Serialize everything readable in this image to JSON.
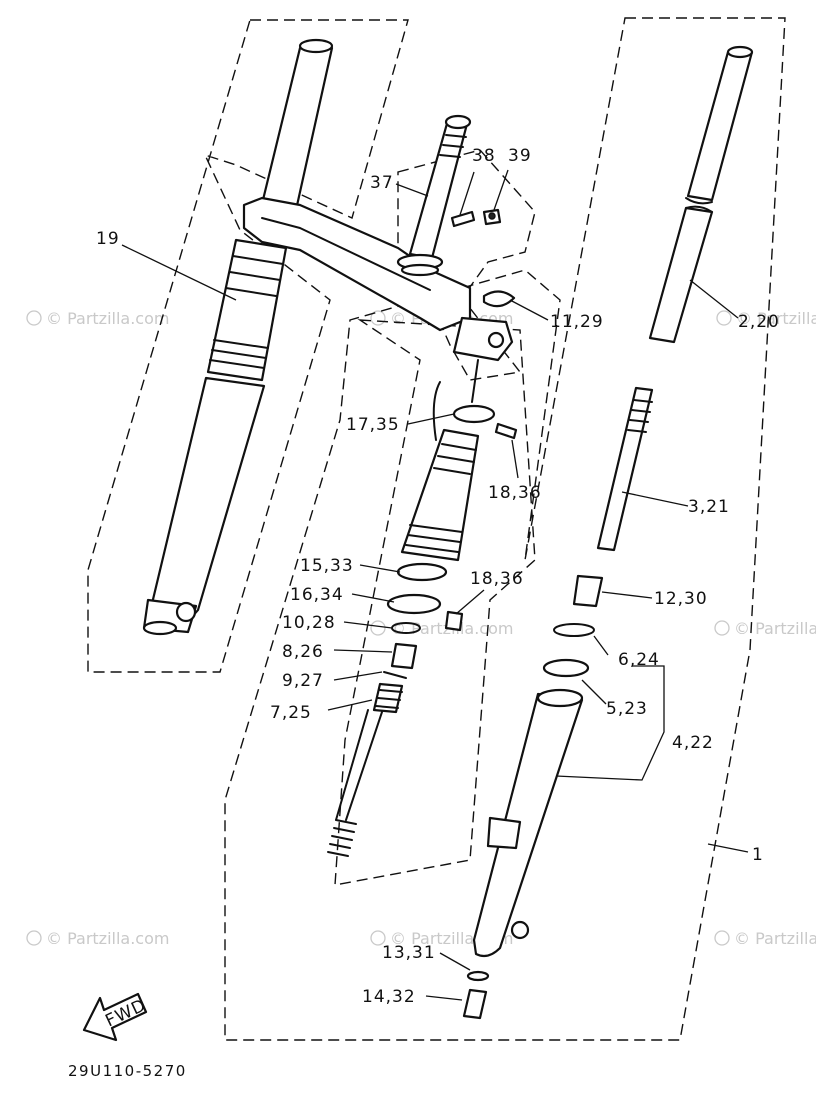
{
  "diagram": {
    "code": "29U110-5270",
    "fwd_label": "FWD",
    "watermark": "© Partzilla.com",
    "callouts": [
      {
        "id": "c19",
        "text": "19"
      },
      {
        "id": "c37",
        "text": "37"
      },
      {
        "id": "c38",
        "text": "38"
      },
      {
        "id": "c39",
        "text": "39"
      },
      {
        "id": "c11_29",
        "text": "11,29"
      },
      {
        "id": "c2_20",
        "text": "2,20"
      },
      {
        "id": "c17_35",
        "text": "17,35"
      },
      {
        "id": "c18_36a",
        "text": "18,36"
      },
      {
        "id": "c3_21",
        "text": "3,21"
      },
      {
        "id": "c15_33",
        "text": "15,33"
      },
      {
        "id": "c18_36b",
        "text": "18,36"
      },
      {
        "id": "c16_34",
        "text": "16,34"
      },
      {
        "id": "c12_30",
        "text": "12,30"
      },
      {
        "id": "c10_28",
        "text": "10,28"
      },
      {
        "id": "c6_24",
        "text": "6,24"
      },
      {
        "id": "c8_26",
        "text": "8,26"
      },
      {
        "id": "c9_27",
        "text": "9,27"
      },
      {
        "id": "c5_23",
        "text": "5,23"
      },
      {
        "id": "c7_25",
        "text": "7,25"
      },
      {
        "id": "c4_22",
        "text": "4,22"
      },
      {
        "id": "c1",
        "text": "1"
      },
      {
        "id": "c13_31",
        "text": "13,31"
      },
      {
        "id": "c14_32",
        "text": "14,32"
      }
    ]
  }
}
